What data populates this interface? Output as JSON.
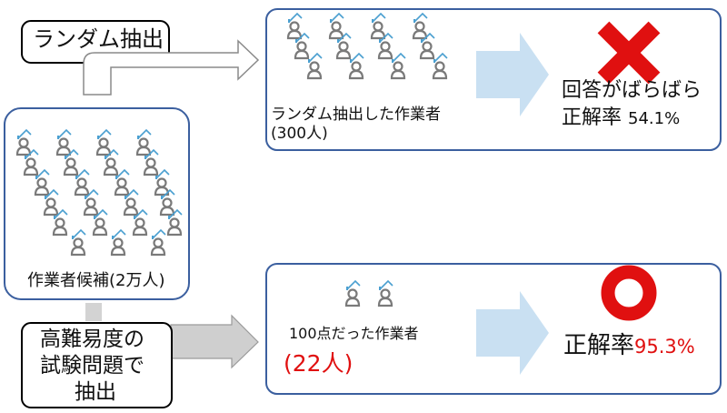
{
  "labels": {
    "random_extract": "ランダム抽出",
    "candidates": "作業者候補(2万人)",
    "hard_test_lines": [
      "高難易度の",
      "試験問題で",
      "抽出"
    ]
  },
  "top_group": {
    "caption_line1": "ランダム抽出した作業者",
    "caption_line2": "(300人)",
    "result_line1": "回答がばらばら",
    "accuracy_label": "正解率",
    "accuracy_value": "54.1%",
    "mark": "cross"
  },
  "bottom_group": {
    "caption_line1": "100点だった作業者",
    "count": "(22人)",
    "accuracy_label": "正解率",
    "accuracy_value": "95.3%",
    "mark": "circle"
  },
  "colors": {
    "box_border": "#3b5f9f",
    "roof": "#4a9fd0",
    "person": "#7a7a7a",
    "flow_arrow": "#c9e0f2",
    "cross": "#e01010",
    "circle": "#e01010",
    "red_text": "#e01010",
    "gray_arrow": "#cfcfcf"
  }
}
